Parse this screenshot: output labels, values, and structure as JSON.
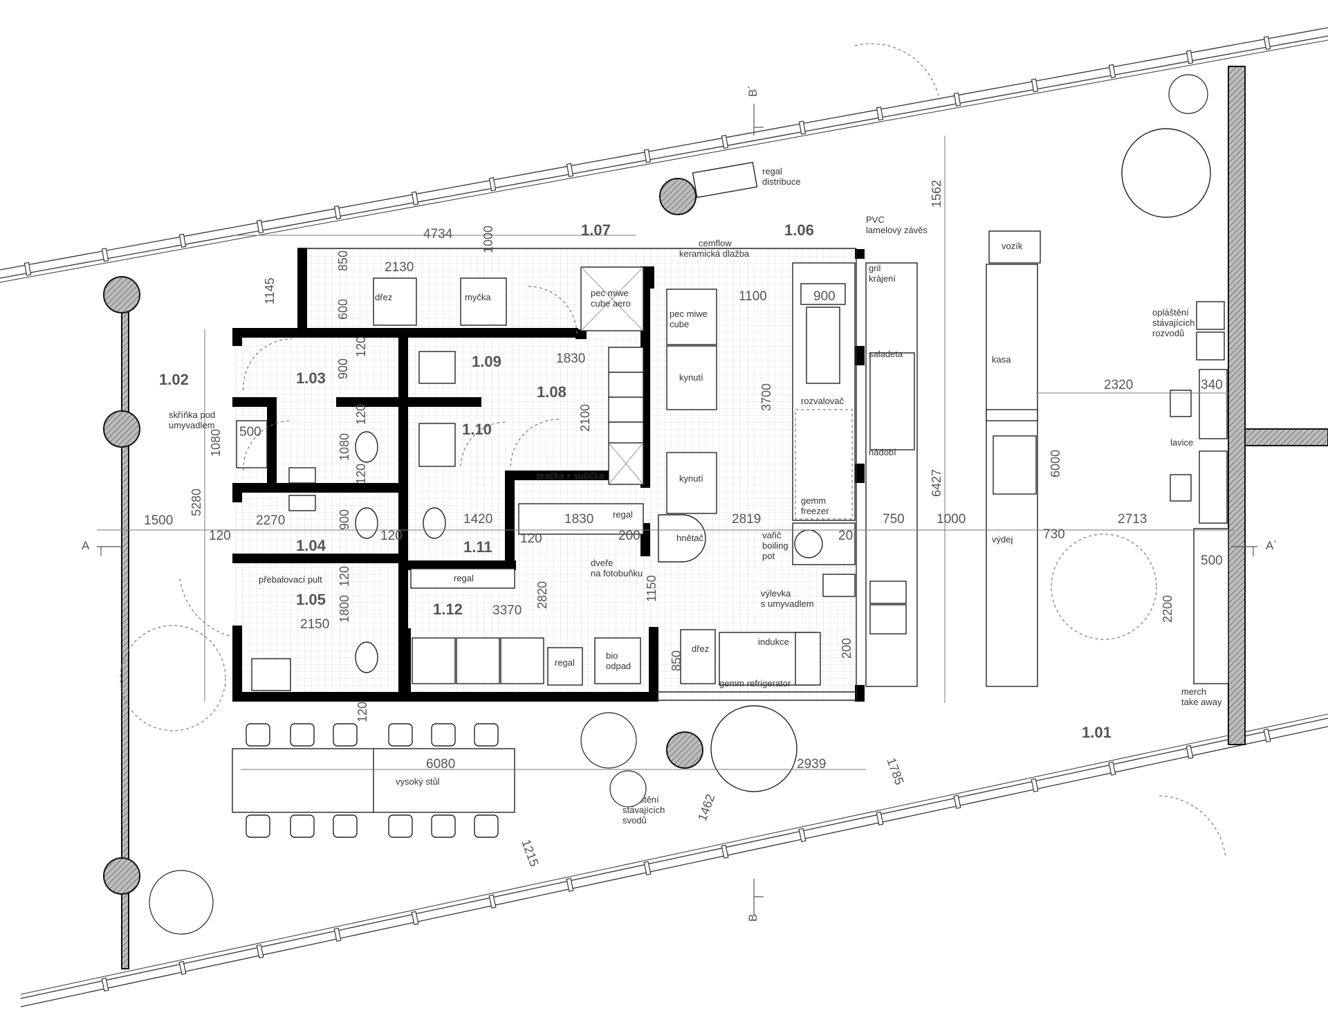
{
  "rooms": {
    "r101": "1.01",
    "r102": "1.02",
    "r103": "1.03",
    "r104": "1.04",
    "r105": "1.05",
    "r106": "1.06",
    "r107": "1.07",
    "r108": "1.08",
    "r109": "1.09",
    "r110": "1.10",
    "r111": "1.11",
    "r112": "1.12"
  },
  "labels": {
    "regal_distribuce": [
      "regal",
      "distribuce"
    ],
    "pvc": [
      "PVC",
      "lamelový závěs"
    ],
    "cemflow": [
      "cemflow",
      "keramická dlažba"
    ],
    "drez": "dřez",
    "drez2": "dřez",
    "mycka": "myčka",
    "pec_aero": [
      "pec miwe",
      "cube aero"
    ],
    "pec_cube": [
      "pec miwe",
      "cube"
    ],
    "kynuti1": "kynutí",
    "kynuti2": "kynutí",
    "gril": [
      "gril",
      "krájení"
    ],
    "saladeta": "saladeta",
    "rozvalovac": "rozvalovač",
    "nadobi": "nádobí",
    "gemm_freezer": [
      "gemm",
      "freezer"
    ],
    "varic": [
      "vařič",
      "boiling",
      "pot"
    ],
    "vylevka": [
      "výlevka",
      "s umyvadlem"
    ],
    "indukce": "indukce",
    "gemm_fridge": "gemm refrigerator",
    "hnetac": "hnětač",
    "dvere": [
      "dveře",
      "na fotobuňku"
    ],
    "pracka": "pračka + sušička",
    "regal1": "regal",
    "regal2": "regal",
    "regal3": "regal",
    "bio": [
      "bio",
      "odpad"
    ],
    "skrinka": [
      "skříňka pod",
      "umyvadlem"
    ],
    "prebalovaci": "přebalovací pult",
    "vozik": "vozík",
    "kasa": "kasa",
    "vydej": "výdej",
    "oplasteni1": [
      "opláštění",
      "stávajících",
      "rozvodů"
    ],
    "lavice": "lavice",
    "merch": [
      "merch",
      "take away"
    ],
    "vysoky_stul": "vysoký stůl",
    "oplasteni2": [
      "opláštění",
      "stávajících",
      "svodů"
    ]
  },
  "dimensions": {
    "d4734": "4734",
    "d850": "850",
    "d1000a": "1000",
    "d2130": "2130",
    "d1145": "1145",
    "d600": "600",
    "d120a": "120",
    "d900a": "900",
    "d1100": "1100",
    "d900b": "900",
    "d1830a": "1830",
    "d3700": "3700",
    "d2100": "2100",
    "d1562": "1562",
    "d6427": "6427",
    "d1000b": "1000",
    "d5280": "5280",
    "d1080a": "1080",
    "d500a": "500",
    "d1080b": "1080",
    "d120b": "120",
    "d120c": "120",
    "d1500": "1500",
    "d120d": "120",
    "d2270": "2270",
    "d900c": "900",
    "d120e": "120",
    "d1420": "1420",
    "d1830b": "1830",
    "d120f": "120",
    "d200a": "200",
    "d2819": "2819",
    "d20": "20",
    "d750": "750",
    "d730": "730",
    "d2713": "2713",
    "d2320": "2320",
    "d340": "340",
    "d6000": "6000",
    "d500b": "500",
    "d2200": "2200",
    "d120g": "120",
    "d2150": "2150",
    "d1800": "1800",
    "d3370": "3370",
    "d2820": "2820",
    "d1150": "1150",
    "d850b": "850",
    "d200b": "200",
    "d120h": "120",
    "d6080": "6080",
    "d2939": "2939",
    "d1785": "1785",
    "d1462": "1462",
    "d1215": "1215"
  },
  "sections": {
    "a": "A",
    "a2": "A´",
    "b": "B",
    "b2": "B´"
  }
}
